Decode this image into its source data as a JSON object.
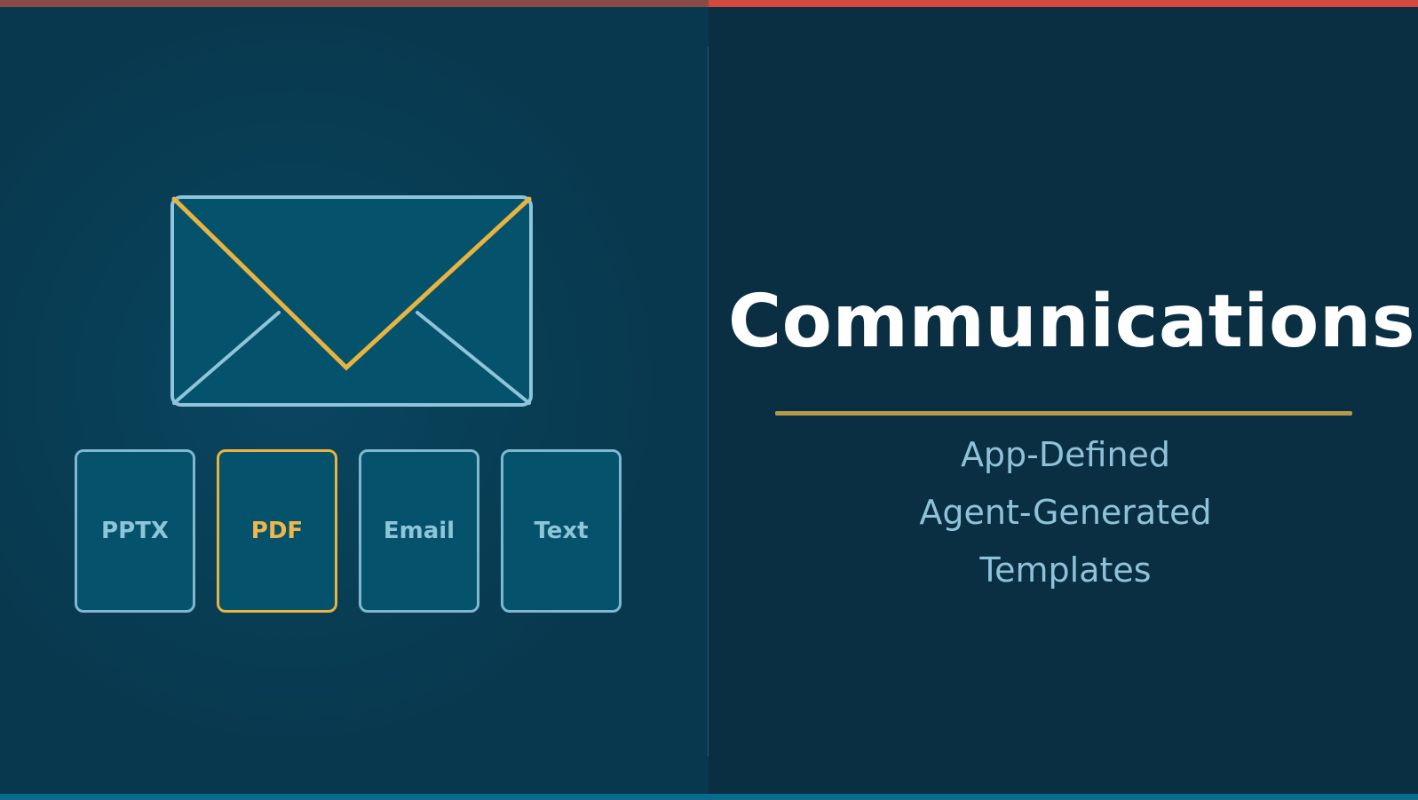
{
  "slide": {
    "title": "Communications",
    "subtitles": [
      "App-Defined",
      "Agent-Generated",
      "Templates"
    ]
  },
  "format_cards": [
    {
      "label": "PPTX",
      "active": false
    },
    {
      "label": "PDF",
      "active": true
    },
    {
      "label": "Email",
      "active": false
    },
    {
      "label": "Text",
      "active": false
    }
  ],
  "colors": {
    "background": "#0b2e42",
    "accent_gold": "#e9b33f",
    "accent_blue": "#7fb7cf",
    "top_bar_red": "#d3493d",
    "title_text": "#ffffff"
  },
  "icons": {
    "envelope": "envelope-icon"
  }
}
